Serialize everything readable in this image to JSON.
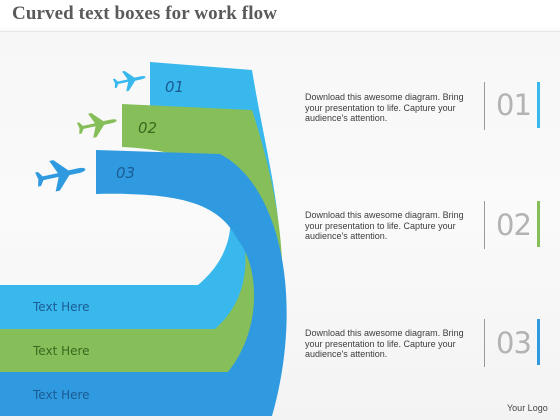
{
  "title": "Curved text boxes for work flow",
  "colors": {
    "light_blue": "#39b8ee",
    "green": "#86be5a",
    "blue": "#2f9ae0",
    "label_blue": "#1b5c92",
    "label_green": "#3a6a1d"
  },
  "steps": [
    {
      "number": "01",
      "band_label": "Text Here",
      "color": "#39b8ee",
      "plane_icon": "airplane-icon",
      "description": "Download this awesome diagram. Bring your presentation to life. Capture your audience's attention."
    },
    {
      "number": "02",
      "band_label": "Text Here",
      "color": "#86be5a",
      "plane_icon": "airplane-icon",
      "description": "Download this awesome diagram. Bring your presentation to life. Capture your audience's attention."
    },
    {
      "number": "03",
      "band_label": "Text Here",
      "color": "#2f9ae0",
      "plane_icon": "airplane-icon",
      "description": "Download this awesome diagram. Bring your presentation to life. Capture your audience's attention."
    }
  ],
  "logo": "Your Logo"
}
